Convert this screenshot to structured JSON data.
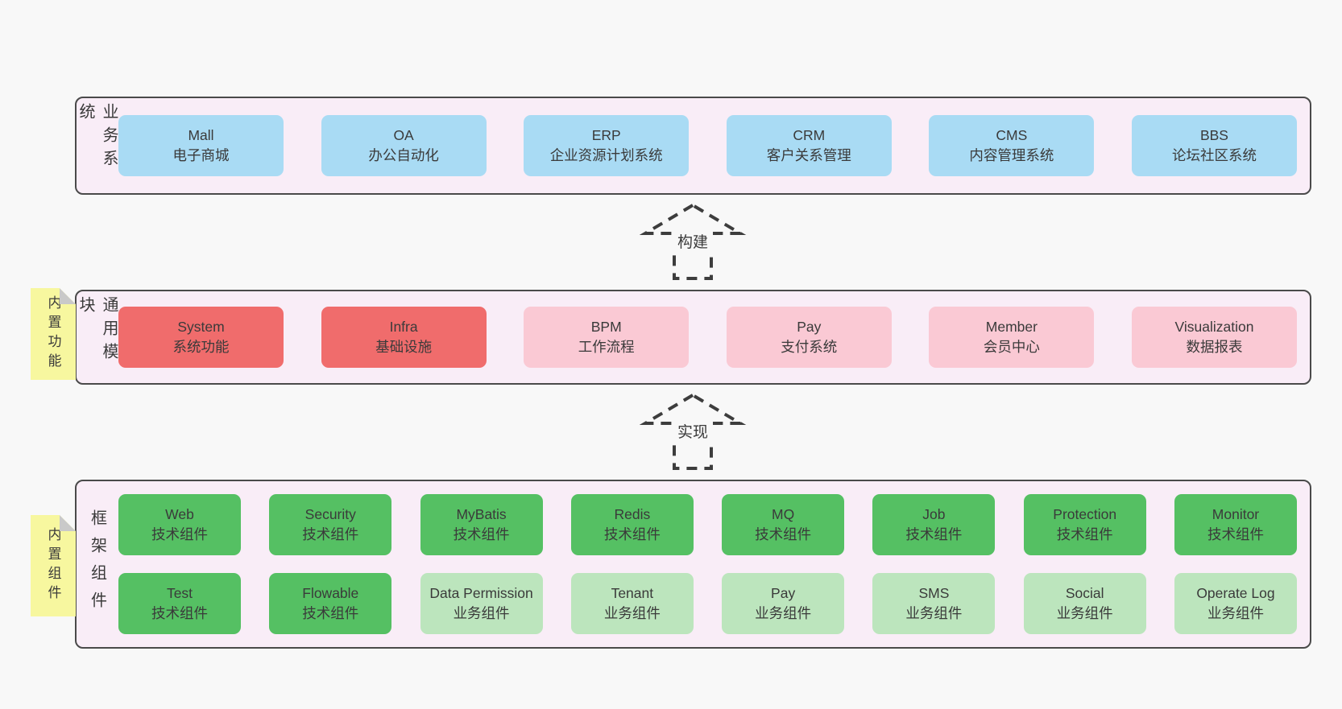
{
  "colors": {
    "page-bg": "#f8f8f8",
    "band-bg": "#f9edf7",
    "band-border": "#4a4a4a",
    "box-blue": "#a9dbf4",
    "box-red": "#f06c6c",
    "box-pink": "#fac9d4",
    "box-green": "#55c063",
    "box-lightgreen": "#bce5bd",
    "note-yellow": "#f7f79f",
    "note-fold": "#c9c9c9",
    "text": "#3a3a3a",
    "arrow": "#3d3d3d"
  },
  "arrows": [
    {
      "label": "构建"
    },
    {
      "label": "实现"
    }
  ],
  "bands": [
    {
      "label": "业务系统",
      "boxes": [
        {
          "title": "Mall",
          "subtitle": "电子商城",
          "variant": "blue"
        },
        {
          "title": "OA",
          "subtitle": "办公自动化",
          "variant": "blue"
        },
        {
          "title": "ERP",
          "subtitle": "企业资源计划系统",
          "variant": "blue"
        },
        {
          "title": "CRM",
          "subtitle": "客户关系管理",
          "variant": "blue"
        },
        {
          "title": "CMS",
          "subtitle": "内容管理系统",
          "variant": "blue"
        },
        {
          "title": "BBS",
          "subtitle": "论坛社区系统",
          "variant": "blue"
        }
      ]
    },
    {
      "label": "通用模块",
      "note": "内置功能",
      "boxes": [
        {
          "title": "System",
          "subtitle": "系统功能",
          "variant": "red"
        },
        {
          "title": "Infra",
          "subtitle": "基础设施",
          "variant": "red"
        },
        {
          "title": "BPM",
          "subtitle": "工作流程",
          "variant": "pink"
        },
        {
          "title": "Pay",
          "subtitle": "支付系统",
          "variant": "pink"
        },
        {
          "title": "Member",
          "subtitle": "会员中心",
          "variant": "pink"
        },
        {
          "title": "Visualization",
          "subtitle": "数据报表",
          "variant": "pink"
        }
      ]
    },
    {
      "label": "框架组件",
      "note": "内置组件",
      "rows": [
        [
          {
            "title": "Web",
            "subtitle": "技术组件",
            "variant": "green"
          },
          {
            "title": "Security",
            "subtitle": "技术组件",
            "variant": "green"
          },
          {
            "title": "MyBatis",
            "subtitle": "技术组件",
            "variant": "green"
          },
          {
            "title": "Redis",
            "subtitle": "技术组件",
            "variant": "green"
          },
          {
            "title": "MQ",
            "subtitle": "技术组件",
            "variant": "green"
          },
          {
            "title": "Job",
            "subtitle": "技术组件",
            "variant": "green"
          },
          {
            "title": "Protection",
            "subtitle": "技术组件",
            "variant": "green"
          },
          {
            "title": "Monitor",
            "subtitle": "技术组件",
            "variant": "green"
          }
        ],
        [
          {
            "title": "Test",
            "subtitle": "技术组件",
            "variant": "green"
          },
          {
            "title": "Flowable",
            "subtitle": "技术组件",
            "variant": "green"
          },
          {
            "title": "Data Permission",
            "subtitle": "业务组件",
            "variant": "lightgreen"
          },
          {
            "title": "Tenant",
            "subtitle": "业务组件",
            "variant": "lightgreen"
          },
          {
            "title": "Pay",
            "subtitle": "业务组件",
            "variant": "lightgreen"
          },
          {
            "title": "SMS",
            "subtitle": "业务组件",
            "variant": "lightgreen"
          },
          {
            "title": "Social",
            "subtitle": "业务组件",
            "variant": "lightgreen"
          },
          {
            "title": "Operate Log",
            "subtitle": "业务组件",
            "variant": "lightgreen"
          }
        ]
      ]
    }
  ]
}
